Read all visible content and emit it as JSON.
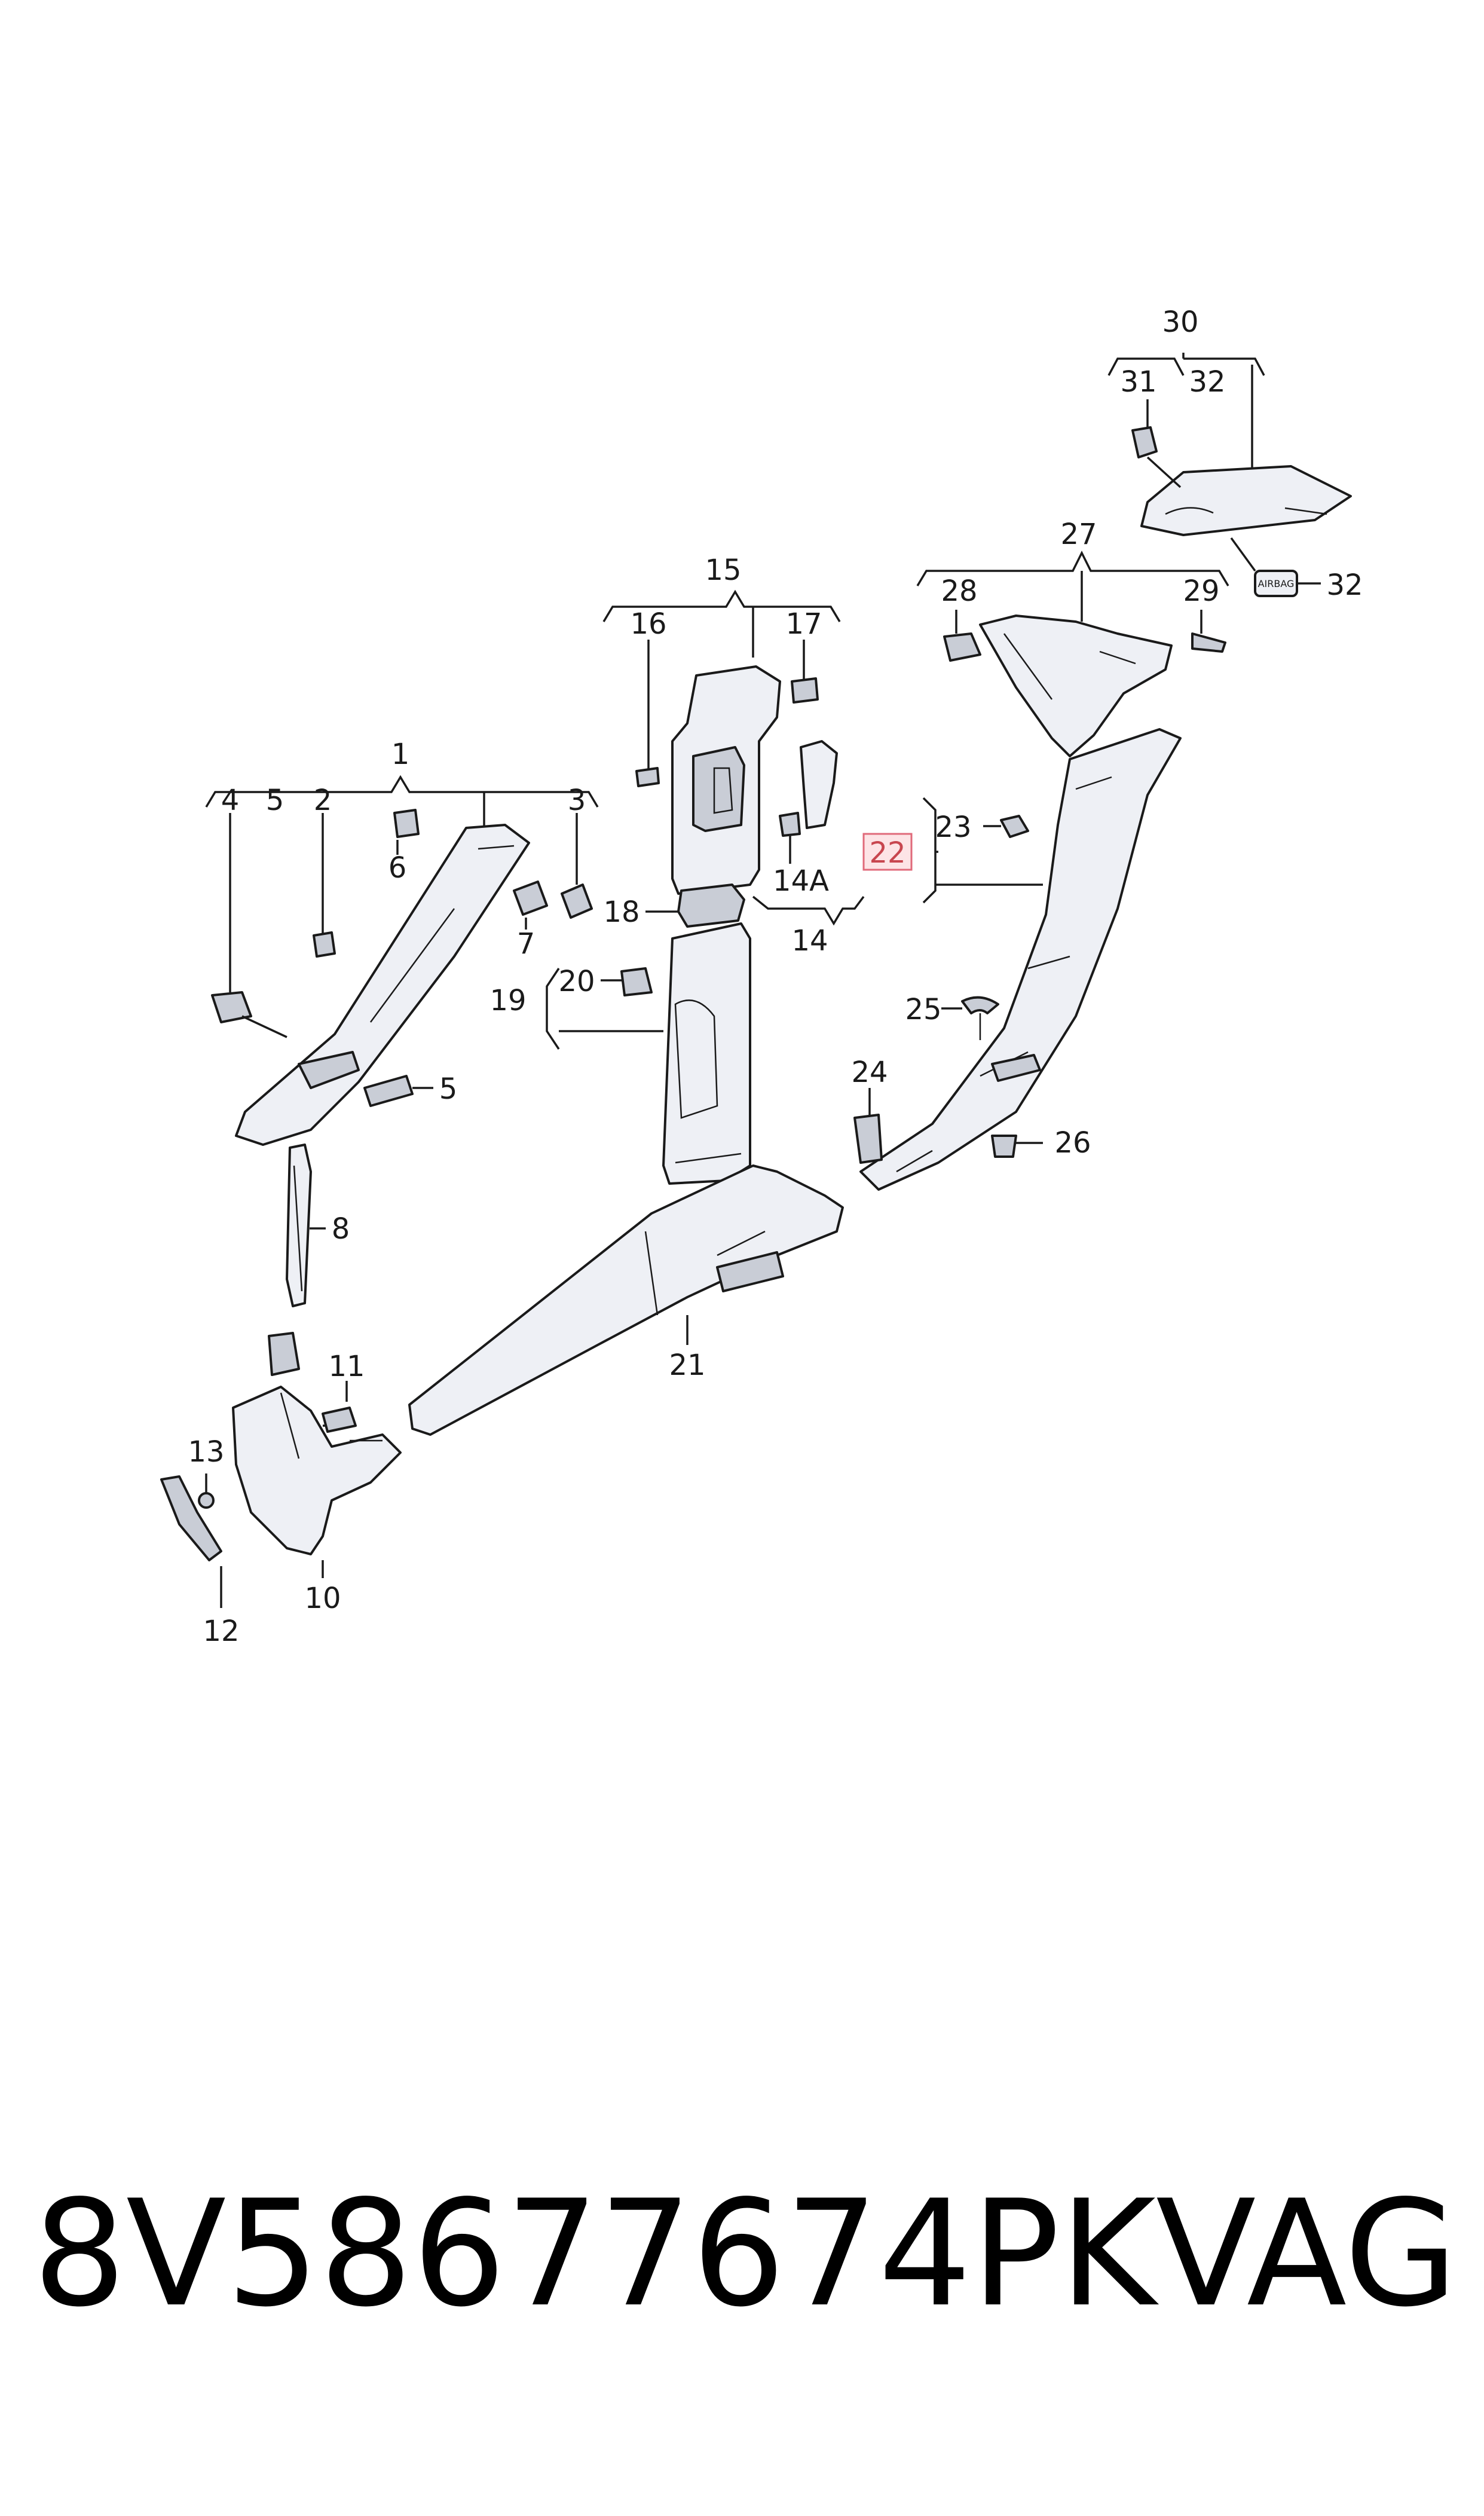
{
  "callouts": {
    "c1": "1",
    "c2": "2",
    "c3": "3",
    "c4": "4",
    "c5a": "5",
    "c5b": "5",
    "c6": "6",
    "c7": "7",
    "c8": "8",
    "c10": "10",
    "c11": "11",
    "c12": "12",
    "c13": "13",
    "c14": "14",
    "c14a": "14A",
    "c15": "15",
    "c16": "16",
    "c17": "17",
    "c18": "18",
    "c19": "19",
    "c20": "20",
    "c21": "21",
    "c22": "22",
    "c23": "23",
    "c24": "24",
    "c25": "25",
    "c26": "26",
    "c27": "27",
    "c28": "28",
    "c29": "29",
    "c30": "30",
    "c31": "31",
    "c32a": "32",
    "c32b": "32"
  },
  "airbag_label": "AIRBAG",
  "highlighted_callout": "22",
  "footer": {
    "part_number": "8V58677674PK",
    "brand": "VAG"
  }
}
